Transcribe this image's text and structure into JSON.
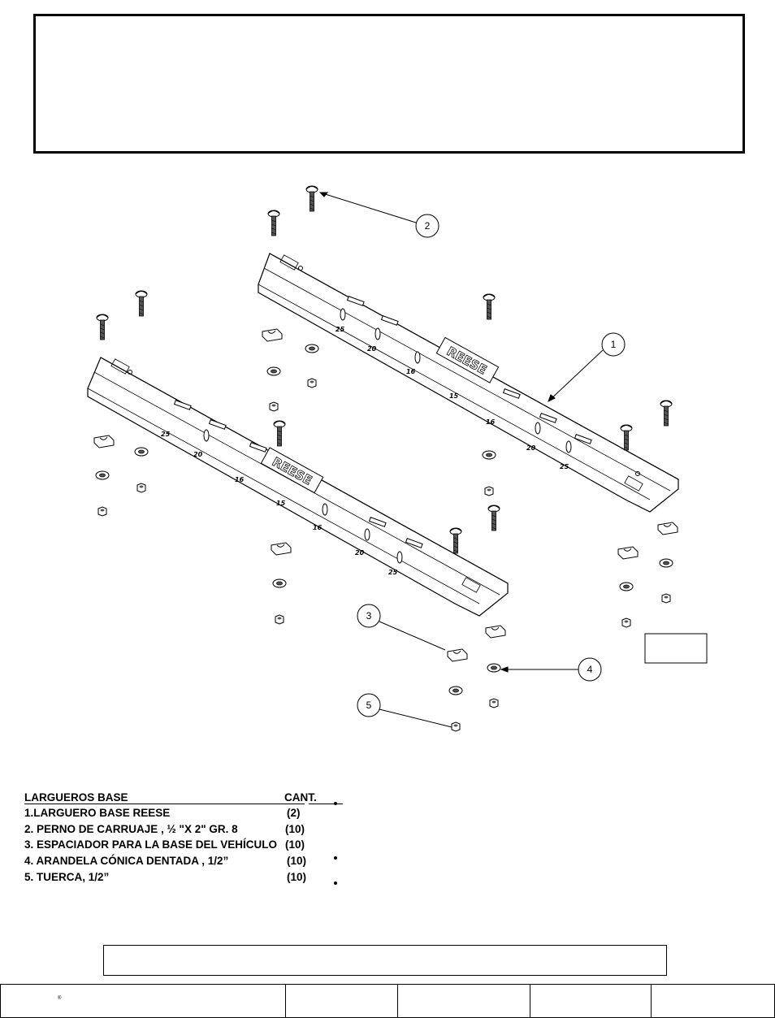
{
  "diagram": {
    "callouts": [
      "1",
      "2",
      "3",
      "4",
      "5"
    ],
    "brand_label": "REESE",
    "rail_marks": [
      "25",
      "20",
      "16",
      "15",
      "16",
      "20",
      "25"
    ]
  },
  "parts_list": {
    "header": "LARGUEROS BASE",
    "qty_header": "CANT.",
    "items": [
      {
        "label": "1.LARGUERO BASE REESE",
        "qty": "(2)"
      },
      {
        "label": "2. PERNO DE CARRUAJE , ½ \"X 2\" GR. 8",
        "qty": "(10)"
      },
      {
        "label": "3. ESPACIADOR PARA LA BASE DEL VEHÍCULO",
        "qty": "(10)"
      },
      {
        "label": "4. ARANDELA CÓNICA DENTADA , 1/2”",
        "qty": "(10)"
      },
      {
        "label": "5. TUERCA, 1/2”",
        "qty": "(10)"
      }
    ]
  },
  "footer": {
    "registered_mark": "®"
  }
}
